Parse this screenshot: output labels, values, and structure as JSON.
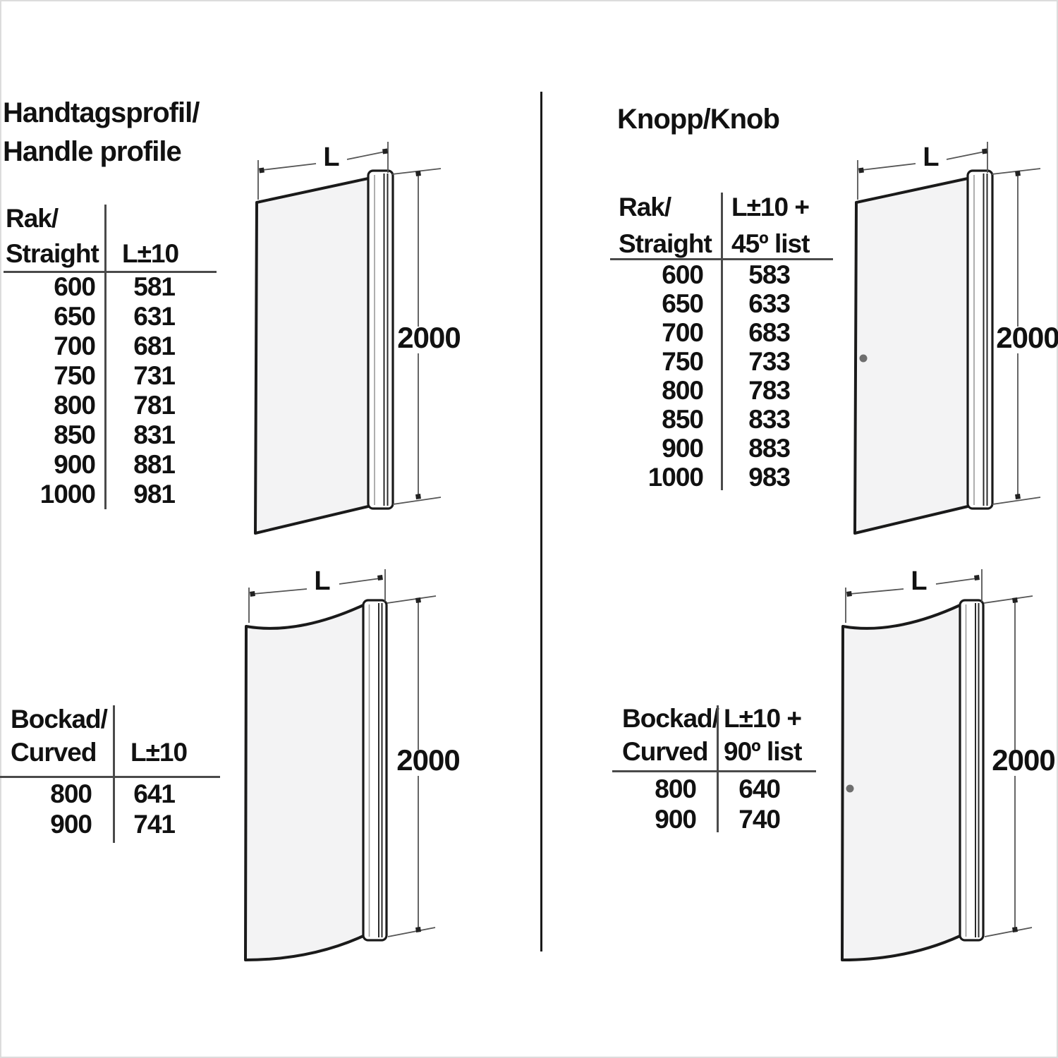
{
  "left_section": {
    "title_line1": "Handtagsprofil/",
    "title_line2": "Handle profile",
    "straight_table": {
      "header_col1_line1": "Rak/",
      "header_col1_line2": "Straight",
      "header_col2": "L±10",
      "rows": [
        {
          "size": "600",
          "value": "581"
        },
        {
          "size": "650",
          "value": "631"
        },
        {
          "size": "700",
          "value": "681"
        },
        {
          "size": "750",
          "value": "731"
        },
        {
          "size": "800",
          "value": "781"
        },
        {
          "size": "850",
          "value": "831"
        },
        {
          "size": "900",
          "value": "881"
        },
        {
          "size": "1000",
          "value": "981"
        }
      ]
    },
    "curved_table": {
      "header_col1_line1": "Bockad/",
      "header_col1_line2": "Curved",
      "header_col2": "L±10",
      "rows": [
        {
          "size": "800",
          "value": "641"
        },
        {
          "size": "900",
          "value": "741"
        }
      ]
    }
  },
  "right_section": {
    "title": "Knopp/Knob",
    "straight_table": {
      "header_col1_line1": "Rak/",
      "header_col1_line2": "Straight",
      "header_col2_line1": "L±10 +",
      "header_col2_line2": "45º list",
      "rows": [
        {
          "size": "600",
          "value": "583"
        },
        {
          "size": "650",
          "value": "633"
        },
        {
          "size": "700",
          "value": "683"
        },
        {
          "size": "750",
          "value": "733"
        },
        {
          "size": "800",
          "value": "783"
        },
        {
          "size": "850",
          "value": "833"
        },
        {
          "size": "900",
          "value": "883"
        },
        {
          "size": "1000",
          "value": "983"
        }
      ]
    },
    "curved_table": {
      "header_col1_line1": "Bockad/",
      "header_col1_line2": "Curved",
      "header_col2_line1": "L±10 +",
      "header_col2_line2": "90º list",
      "rows": [
        {
          "size": "800",
          "value": "640"
        },
        {
          "size": "900",
          "value": "740"
        }
      ]
    }
  },
  "drawings": {
    "width_label": "L",
    "height_label": "2000"
  },
  "colors": {
    "line": "#1a1a1a",
    "dim_line": "#555555",
    "glass_fill": "#f3f3f4",
    "knob": "#6e6e6e"
  }
}
